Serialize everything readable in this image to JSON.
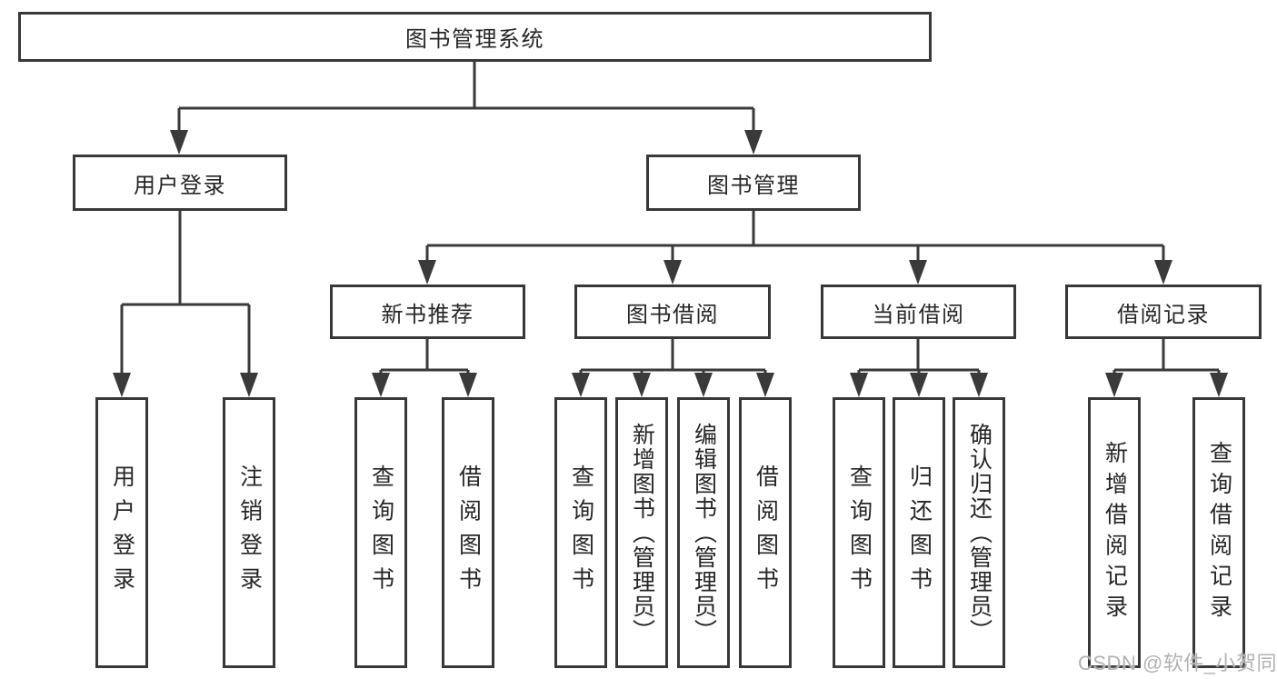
{
  "diagram": {
    "root": {
      "label": "图书管理系统"
    },
    "branches": [
      {
        "label": "用户登录",
        "children": [
          {
            "label": "用户登录"
          },
          {
            "label": "注销登录"
          }
        ]
      },
      {
        "label": "图书管理",
        "children": [
          {
            "label": "新书推荐",
            "children": [
              {
                "label": "查询图书"
              },
              {
                "label": "借阅图书"
              }
            ]
          },
          {
            "label": "图书借阅",
            "children": [
              {
                "label": "查询图书"
              },
              {
                "label": "新增图书（管理员）"
              },
              {
                "label": "编辑图书（管理员）"
              },
              {
                "label": "借阅图书"
              }
            ]
          },
          {
            "label": "当前借阅",
            "children": [
              {
                "label": "查询图书"
              },
              {
                "label": "归还图书"
              },
              {
                "label": "确认归还（管理员）"
              }
            ]
          },
          {
            "label": "借阅记录",
            "children": [
              {
                "label": "新增借阅记录"
              },
              {
                "label": "查询借阅记录"
              }
            ]
          }
        ]
      }
    ]
  },
  "watermark": {
    "text": "CSDN @软件_小贺同学"
  },
  "colors": {
    "line": "#3a3a3a",
    "border": "#383838",
    "text": "#262626",
    "background": "#ffffff",
    "watermark": "#b2b2b2"
  }
}
